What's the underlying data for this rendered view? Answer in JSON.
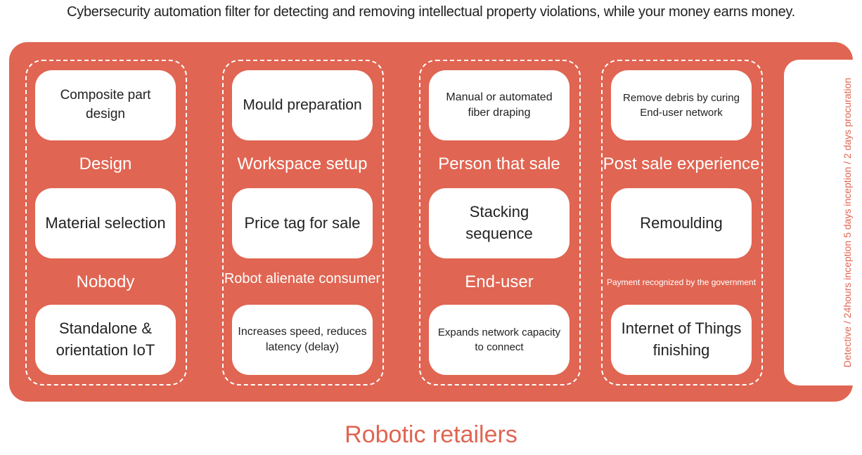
{
  "title": "Cybersecurity automation filter for detecting and removing intellectual property violations, while your money earns money.",
  "columns": [
    {
      "cards": [
        "Composite part design",
        "Material selection",
        "Standalone & orientation IoT"
      ],
      "labels": [
        "Design",
        "Nobody"
      ]
    },
    {
      "cards": [
        "Mould preparation",
        "Price tag for sale",
        "Increases speed, reduces latency (delay)"
      ],
      "labels": [
        "Workspace setup",
        "Robot alienate consumer"
      ]
    },
    {
      "cards": [
        "Manual or automated fiber draping",
        "Stacking sequence",
        "Expands network capacity to connect"
      ],
      "labels": [
        "Person that sale",
        "End-user"
      ]
    },
    {
      "cards": [
        "Remove debris by curing End-user network",
        "Remoulding",
        "Internet of Things finishing"
      ],
      "labels": [
        "Post sale experience",
        "Payment recognized by the government"
      ]
    }
  ],
  "side_text": "Detective / 24hours inception 5 days inception / 2 days procuration",
  "footer": "Robotic retailers",
  "colors": {
    "accent": "#e06552",
    "card": "#ffffff",
    "text": "#222222"
  }
}
